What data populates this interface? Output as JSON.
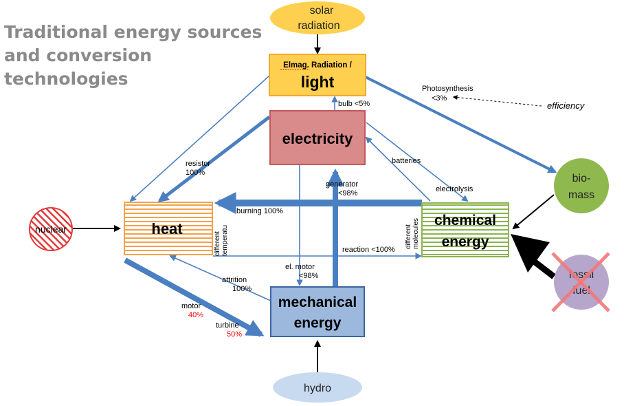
{
  "title": {
    "line1": "Traditional energy sources",
    "line2": "and conversion technologies"
  },
  "nodes": {
    "solar": {
      "line1": "solar",
      "line2": "radiation"
    },
    "light": {
      "line1": "Elmag. Radiation /",
      "line2": "light"
    },
    "electricity": {
      "label": "electricity"
    },
    "heat": {
      "label": "heat"
    },
    "chemical": {
      "line1": "chemical",
      "line2": "energy"
    },
    "mechanical": {
      "line1": "mechanical",
      "line2": "energy"
    },
    "nuclear": {
      "label": "nuclear"
    },
    "biomass": {
      "line1": "bio-",
      "line2": "mass"
    },
    "fossil": {
      "line1": "fossil",
      "line2": "fuel"
    },
    "hydro": {
      "label": "hydro"
    }
  },
  "labels": {
    "photosynthesis": {
      "line1": "Photosynthesis",
      "line2": "<3%"
    },
    "efficiency": "efficiency",
    "bulb": "bulb <5%",
    "resistor": {
      "line1": "resistor",
      "line2": "100%"
    },
    "batteries": "batteries",
    "electrolysis": "electrolysis",
    "generator": {
      "line1": "generator",
      "line2": "<98%"
    },
    "burning": "burning 100%",
    "diff_temp": {
      "line1": "different",
      "line2": "temperatu"
    },
    "diff_mol": {
      "line1": "different",
      "line2": "molecules"
    },
    "reaction": "reaction <100%",
    "el_motor": {
      "line1": "el. motor",
      "line2": "<98%"
    },
    "attrition": {
      "line1": "attrition",
      "line2": "100%"
    },
    "motor": {
      "line1": "motor",
      "line2": "40%"
    },
    "turbine": {
      "line1": "turbine",
      "line2": "50%"
    }
  },
  "colors": {
    "arrow": "#4a7fc1",
    "title": "#8a8a8a",
    "light_fill": "#ffd04f",
    "electricity_fill": "#d98a8a",
    "heat_stripe": "#f2a14a",
    "chemical_stripe": "#8ab44f",
    "mechanical_fill": "#9cb8dc",
    "biomass_fill": "#8fb84f",
    "fossil_fill": "#b7a6cc",
    "cross": "#f07a7a",
    "hydro_fill": "#c8daf0",
    "red_value": "#ff0000"
  }
}
